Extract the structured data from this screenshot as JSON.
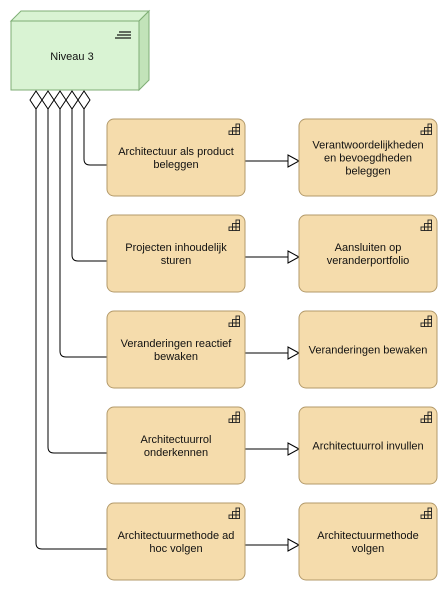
{
  "node": {
    "label": "Niveau 3",
    "icon": "node-menu-icon"
  },
  "rows": [
    {
      "left": {
        "lines": [
          "Architectuur als product",
          "beleggen"
        ]
      },
      "right": {
        "lines": [
          "Verantwoordelijkheden",
          "en bevoegdheden",
          "beleggen"
        ]
      }
    },
    {
      "left": {
        "lines": [
          "Projecten inhoudelijk",
          "sturen"
        ]
      },
      "right": {
        "lines": [
          "Aansluiten op",
          "veranderportfolio"
        ]
      }
    },
    {
      "left": {
        "lines": [
          "Veranderingen reactief",
          "bewaken"
        ]
      },
      "right": {
        "lines": [
          "Veranderingen bewaken"
        ]
      }
    },
    {
      "left": {
        "lines": [
          "Architectuurrol",
          "onderkennen"
        ]
      },
      "right": {
        "lines": [
          "Architectuurrol invullen"
        ]
      }
    },
    {
      "left": {
        "lines": [
          "Architectuurmethode ad",
          "hoc volgen"
        ]
      },
      "right": {
        "lines": [
          "Architectuurmethode",
          "volgen"
        ]
      }
    }
  ],
  "box_icon": "capability-icon",
  "colors": {
    "node_fill": "#d9f3d3",
    "node_side": "#c2e3b9",
    "node_stroke": "#7fae76",
    "box_fill": "#f5dcac",
    "box_stroke": "#b39a6a",
    "line": "#000000"
  }
}
